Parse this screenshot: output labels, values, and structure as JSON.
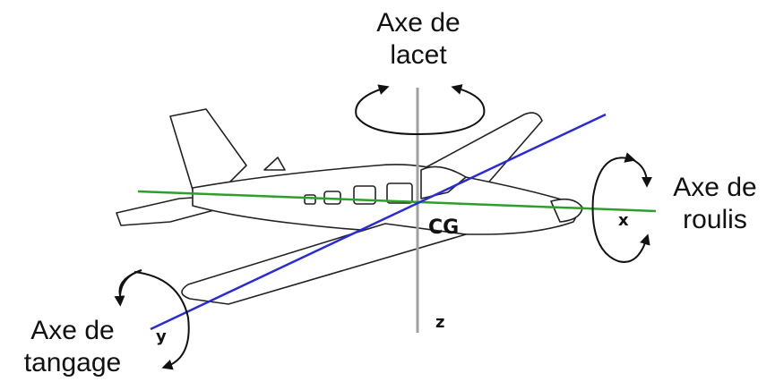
{
  "yaw_axis": {
    "line1": "Axe de",
    "line2": "lacet",
    "color": "#a0a0a0"
  },
  "roll_axis": {
    "line1": "Axe de",
    "line2": "roulis",
    "letter": "x",
    "color": "#2ca02c"
  },
  "pitch_axis": {
    "line1": "Axe de",
    "line2": "tangage",
    "letter": "y",
    "color": "#2b2bd6"
  },
  "z_letter": "z",
  "center_label": "CG"
}
